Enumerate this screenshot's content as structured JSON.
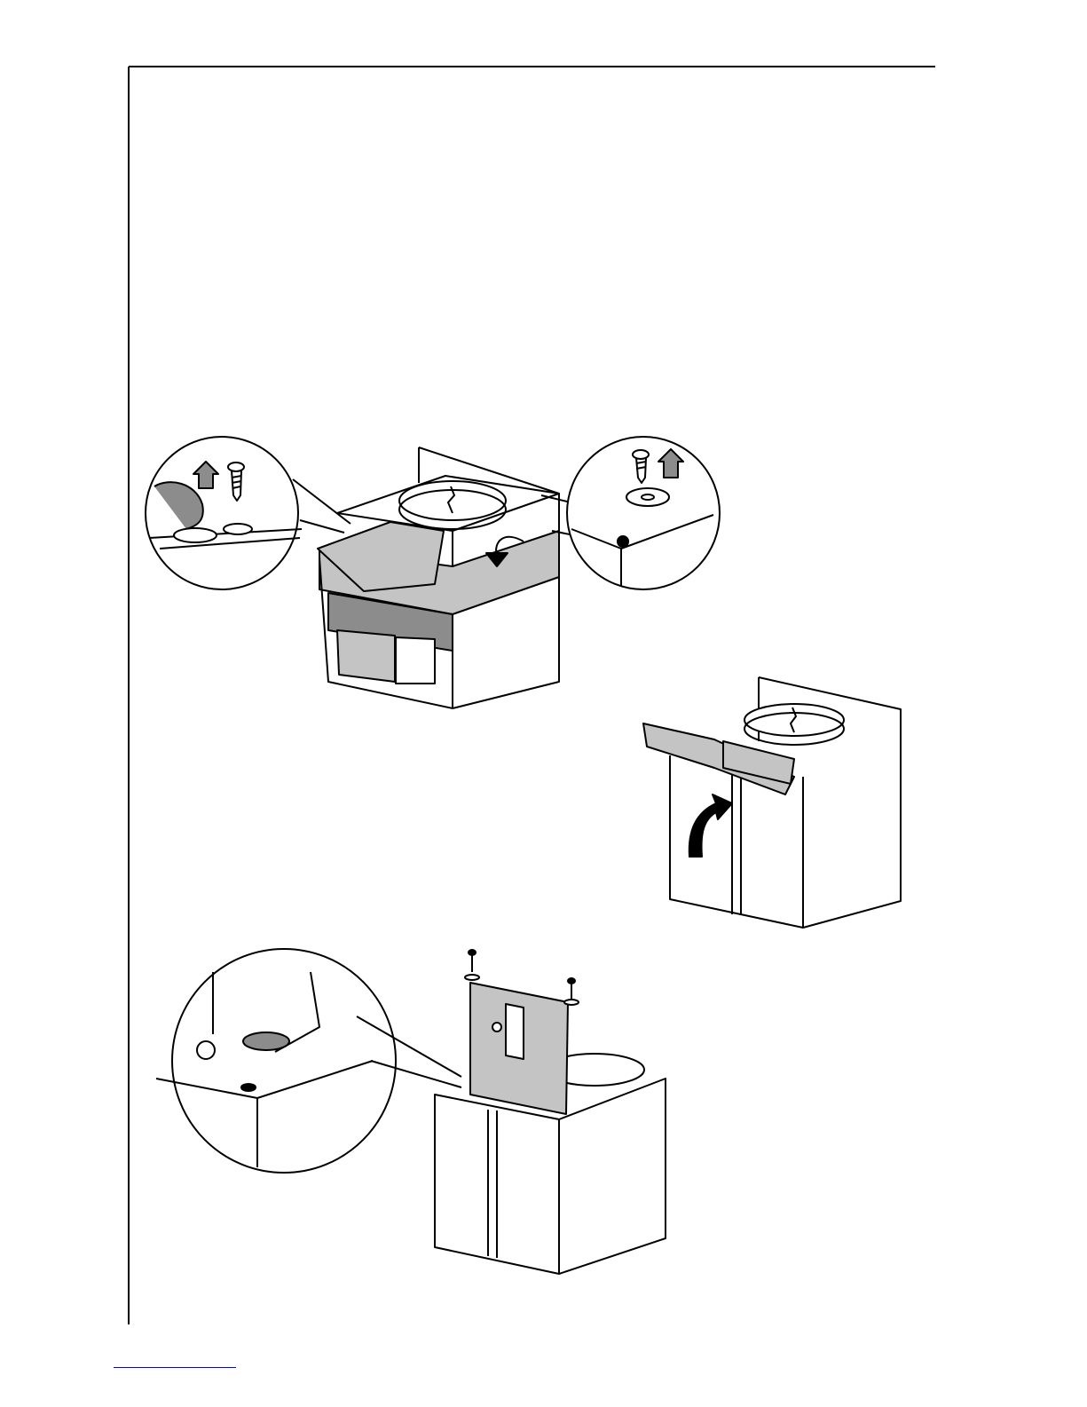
{
  "page": {
    "background": "#ffffff",
    "line_color": "#000000",
    "fill_gray": "#c4c4c4",
    "fill_dark_gray": "#8c8c8c",
    "link_color": "#0000ff"
  },
  "figures": [
    {
      "name": "figure-remove-tape-screws",
      "icons": [
        "screw-icon",
        "washer-icon",
        "arrow-up-icon",
        "curved-arrow-icon",
        "magnifier-detail-icon"
      ]
    },
    {
      "name": "figure-lift-filter-cover",
      "icons": [
        "curved-arrow-up-icon",
        "hood-box-icon"
      ]
    },
    {
      "name": "figure-mount-bracket",
      "icons": [
        "screw-icon",
        "washer-icon",
        "bracket-icon",
        "magnifier-detail-icon"
      ]
    }
  ],
  "footer": {
    "link_text": ""
  }
}
